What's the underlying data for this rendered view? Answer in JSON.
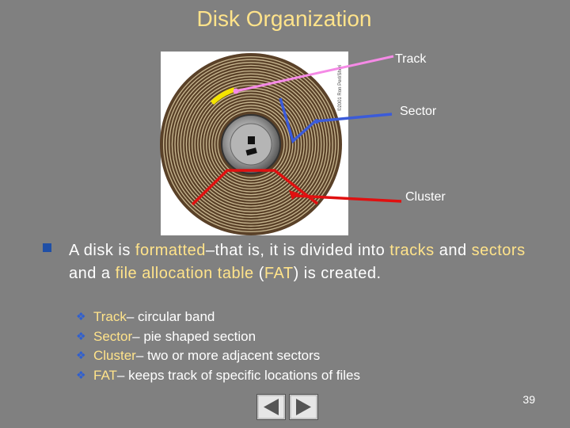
{
  "slide": {
    "title": "Disk Organization",
    "page_number": "39"
  },
  "diagram": {
    "callouts": {
      "track": "Track",
      "sector": "Sector",
      "cluster": "Cluster"
    },
    "colors": {
      "track": "#F58AE6",
      "sector": "#3B5BD9",
      "cluster": "#E01010",
      "highlight": "#F5E400"
    },
    "image_credit": "©2001 Ron Perl/Sheri"
  },
  "body": {
    "main_bullet": {
      "t1": "A disk is ",
      "t2": "formatted",
      "t3": "–that is, it is divided into ",
      "t4": "tracks",
      "t5": " and ",
      "t6": "sectors",
      "t7": " and a ",
      "t8": "file allocation table",
      "t9": " (",
      "t10": "FAT",
      "t11": ") is created."
    },
    "sub_items": [
      {
        "term": "Track",
        "desc": "– circular band"
      },
      {
        "term": "Sector",
        "desc": "– pie shaped section"
      },
      {
        "term": "Cluster",
        "desc": "– two or more adjacent sectors"
      },
      {
        "term": "FAT",
        "desc": "– keeps track of specific locations of files"
      }
    ]
  },
  "navigation": {
    "prev_icon": "triangle-left-icon",
    "next_icon": "triangle-right-icon"
  },
  "colors": {
    "background": "#808080",
    "title": "#FFE38A",
    "highlight_text": "#FFE38A",
    "bullet_square": "#1F4FA6",
    "sub_bullet": "#2F5FD0"
  }
}
